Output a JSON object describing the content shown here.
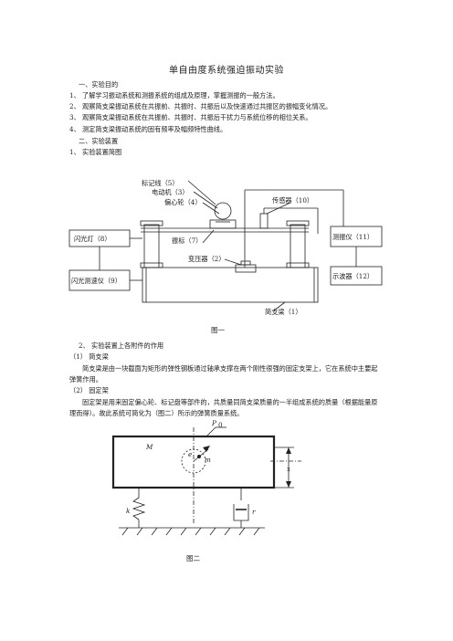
{
  "title": "单自由度系统强迫振动实验",
  "s1": {
    "heading": "一、实验目的",
    "items": [
      "1、 了解学习振动系统和测振系统的组成及原理，掌握测振的一般方法。",
      "2、 观察简支梁振动系统在共振前、共振时、共振后以及快速通过共振区的振幅变化情况。",
      "3、 观察简支梁振动系统在共振前、共振时、共振后干扰力与系统位移的相位关系。",
      "4、 测定简支梁振动系统的固有频率及幅频特性曲线。"
    ]
  },
  "s2": {
    "heading": "二、实验装置",
    "sub1": "1、 实验装置简图",
    "sub2": "2、 实验装置上各附件的作用"
  },
  "fig1": {
    "caption": "图一",
    "labels": {
      "marker": "标记线（5）",
      "motor": "电动机（3）",
      "cam": "偏心轮（4）",
      "sensor": "传感器（10）",
      "flash": "闪光灯（8）",
      "pointer": "振标（7）",
      "meter": "测振仪（11）",
      "transformer": "变压器（2）",
      "tacho": "闪光测速仪（9）",
      "scope": "示波器（12）",
      "beam": "简支梁（1）"
    }
  },
  "p1": {
    "heading": "（1）   简支梁",
    "text": "简支梁是由一块截面为矩形的弹性钢板通过轴承支撑在两个刚性很强的固定支架上，它在系统中主要起弹簧作用。"
  },
  "p2": {
    "heading": "（2）   固定架",
    "text": "固定架是用来固定偏心轮、标记盘等部件的，共质量同简支梁质量的一半组成系统的质量（根据能量原理而得）。故此系统可简化为（图二）所示的弹簧质量系统。"
  },
  "fig2": {
    "caption": "图二",
    "labels": {
      "M": "M",
      "P0": "P",
      "P0sub": "0",
      "m": "m",
      "e": "e",
      "x": "x",
      "k": "k",
      "r": "r"
    }
  }
}
